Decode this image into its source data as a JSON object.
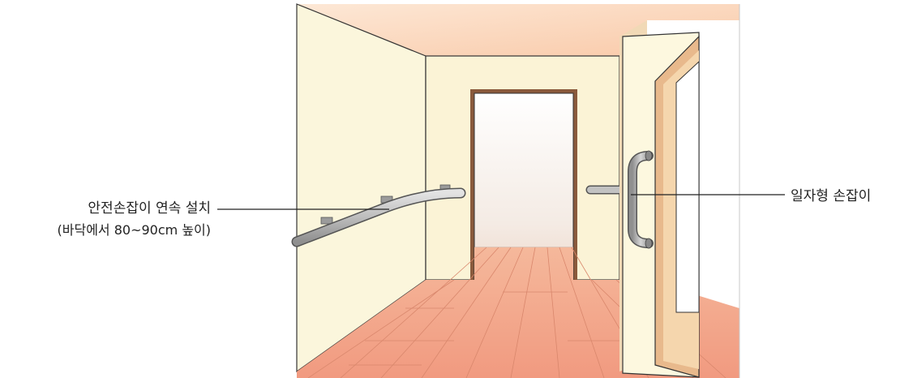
{
  "labels": {
    "handrail": "안전손잡이 연속 설치",
    "handrail_height": "(바닥에서 80~90cm 높이)",
    "door_grab_bar": "일자형 손잡이"
  },
  "colors": {
    "wall_front": "#fbf6dc",
    "wall_side": "#fbf1d2",
    "ceiling": "#fbd2b7",
    "floor": "#f3a98d",
    "door": "#ecc7a0",
    "metal": "#b5b5b5",
    "outline": "#333333"
  }
}
